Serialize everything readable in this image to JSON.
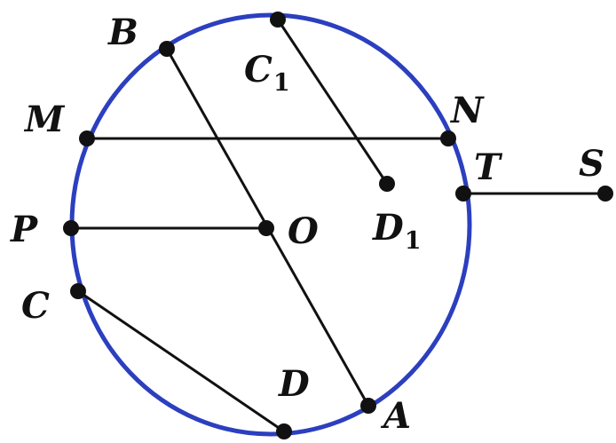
{
  "colors": {
    "circle": "#2b3fbf",
    "ink": "#111111",
    "background": "#ffffff"
  },
  "labels": {
    "B": "B",
    "C1": "C",
    "C1_sub": "1",
    "M": "M",
    "N": "N",
    "T": "T",
    "S": "S",
    "P": "P",
    "O": "O",
    "D1": "D",
    "D1_sub": "1",
    "C": "C",
    "D": "D",
    "A": "A"
  }
}
